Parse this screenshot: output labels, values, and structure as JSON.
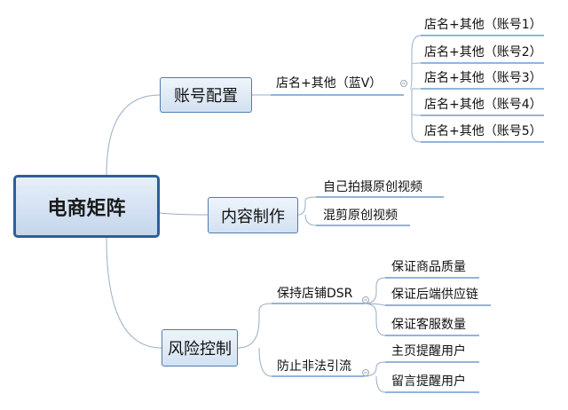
{
  "root": {
    "label": "电商矩阵"
  },
  "branches": [
    {
      "label": "账号配置",
      "children": [
        {
          "label": "店名+其他（蓝V）",
          "children": [
            {
              "label": "店名+其他（账号1）"
            },
            {
              "label": "店名+其他（账号2）"
            },
            {
              "label": "店名+其他（账号3）"
            },
            {
              "label": "店名+其他（账号4）"
            },
            {
              "label": "店名+其他（账号5）"
            }
          ]
        }
      ]
    },
    {
      "label": "内容制作",
      "children": [
        {
          "label": "自己拍摄原创视频"
        },
        {
          "label": "混剪原创视频"
        }
      ]
    },
    {
      "label": "风险控制",
      "children": [
        {
          "label": "保持店铺DSR",
          "children": [
            {
              "label": "保证商品质量"
            },
            {
              "label": "保证后端供应链"
            },
            {
              "label": "保证客服数量"
            }
          ]
        },
        {
          "label": "防止非法引流",
          "children": [
            {
              "label": "主页提醒用户"
            },
            {
              "label": "留言提醒用户"
            }
          ]
        }
      ]
    }
  ],
  "colors": {
    "box_border": "#4f7cae",
    "root_border": "#2f5e96",
    "connector": "#9aaec6",
    "underline": "#6f9bcf"
  }
}
